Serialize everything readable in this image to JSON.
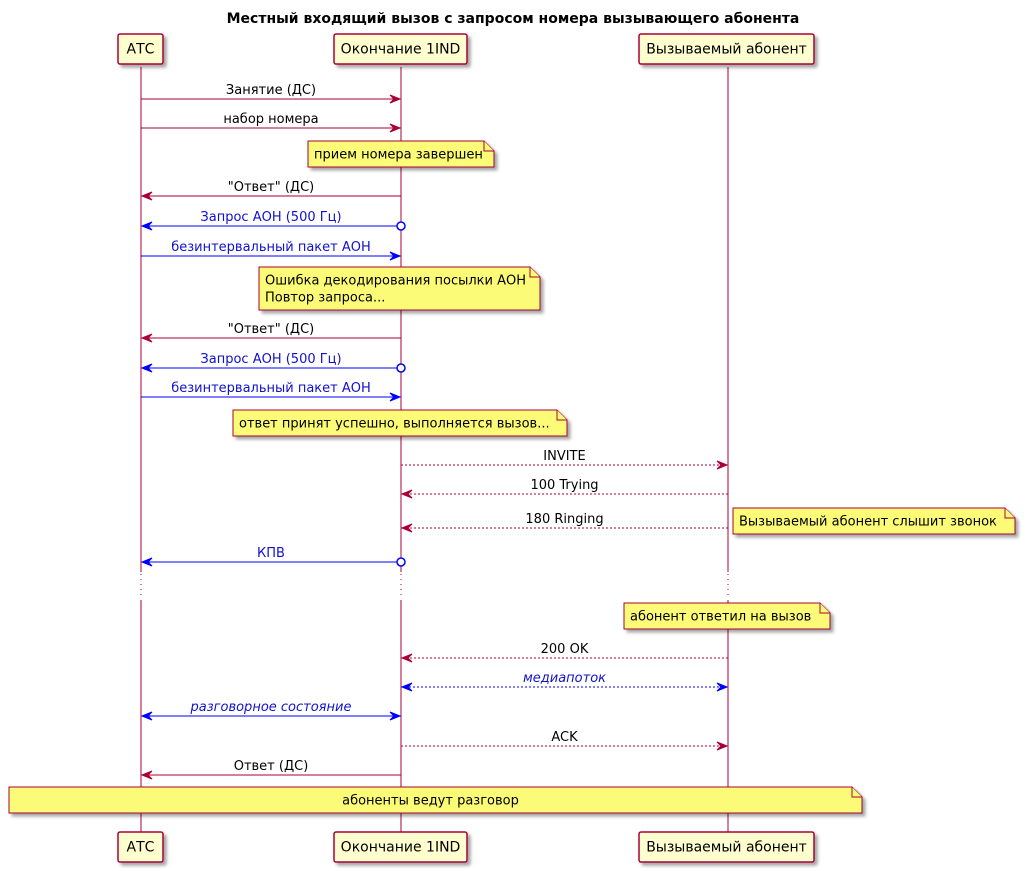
{
  "title": "Местный входящий вызов с запросом номера вызывающего абонента",
  "colors": {
    "lifeline": "#A80036",
    "blue": "#0000FF",
    "blue_text": "#1111CC",
    "note_fill": "#FBFB77",
    "participant_fill": "#FEFECE"
  },
  "participants": [
    {
      "id": "ats",
      "label": "АТС"
    },
    {
      "id": "end1",
      "label": "Окончание 1IND"
    },
    {
      "id": "callee",
      "label": "Вызываемый абонент"
    }
  ],
  "messages": [
    {
      "from": "ats",
      "to": "end1",
      "text": "Занятие (ДС)",
      "color": "red",
      "style": "solid",
      "head": "arrow"
    },
    {
      "from": "ats",
      "to": "end1",
      "text": "набор номера",
      "color": "red",
      "style": "solid",
      "head": "arrow"
    },
    {
      "from": "end1",
      "to": "ats",
      "text": "\"Ответ\" (ДС)",
      "color": "red",
      "style": "solid",
      "head": "arrow"
    },
    {
      "from": "end1",
      "to": "ats",
      "text": "Запрос АОН (500 Гц)",
      "color": "blue",
      "style": "solid",
      "head": "arrow",
      "tail": "circle"
    },
    {
      "from": "ats",
      "to": "end1",
      "text": "безинтервальный пакет АОН",
      "color": "blue",
      "style": "solid",
      "head": "arrow"
    },
    {
      "from": "end1",
      "to": "ats",
      "text": "\"Ответ\" (ДС)",
      "color": "red",
      "style": "solid",
      "head": "arrow"
    },
    {
      "from": "end1",
      "to": "ats",
      "text": "Запрос АОН (500 Гц)",
      "color": "blue",
      "style": "solid",
      "head": "arrow",
      "tail": "circle"
    },
    {
      "from": "ats",
      "to": "end1",
      "text": "безинтервальный пакет АОН",
      "color": "blue",
      "style": "solid",
      "head": "arrow"
    },
    {
      "from": "end1",
      "to": "callee",
      "text": "INVITE",
      "color": "red",
      "style": "dashed",
      "head": "arrow"
    },
    {
      "from": "callee",
      "to": "end1",
      "text": "100 Trying",
      "color": "red",
      "style": "dashed",
      "head": "arrow"
    },
    {
      "from": "callee",
      "to": "end1",
      "text": "180 Ringing",
      "color": "red",
      "style": "dashed",
      "head": "arrow"
    },
    {
      "from": "end1",
      "to": "ats",
      "text": "КПВ",
      "color": "blue",
      "style": "solid",
      "head": "arrow",
      "tail": "circle"
    },
    {
      "from": "callee",
      "to": "end1",
      "text": "200 OK",
      "color": "red",
      "style": "dashed",
      "head": "arrow"
    },
    {
      "from": "end1",
      "to": "callee",
      "text": "медиапоток",
      "color": "blue",
      "style": "dashed",
      "head": "both",
      "italic": true
    },
    {
      "from": "end1",
      "to": "ats",
      "text": "разговорное состояние",
      "color": "blue",
      "style": "solid",
      "head": "both",
      "italic": true
    },
    {
      "from": "end1",
      "to": "callee",
      "text": "ACK",
      "color": "red",
      "style": "dashed",
      "head": "arrow"
    },
    {
      "from": "end1",
      "to": "ats",
      "text": "Ответ (ДС)",
      "color": "red",
      "style": "solid",
      "head": "arrow"
    }
  ],
  "notes": [
    {
      "lines": [
        "прием номера завершен"
      ]
    },
    {
      "lines": [
        "Ошибка декодирования посылки АОН",
        "Повтор запроса..."
      ]
    },
    {
      "lines": [
        "ответ принят успешно, выполняется вызов..."
      ]
    },
    {
      "lines": [
        "Вызываемый абонент слышит звонок"
      ]
    },
    {
      "lines": [
        "абонент ответил на вызов"
      ]
    },
    {
      "lines": [
        "абоненты ведут разговор"
      ]
    }
  ]
}
